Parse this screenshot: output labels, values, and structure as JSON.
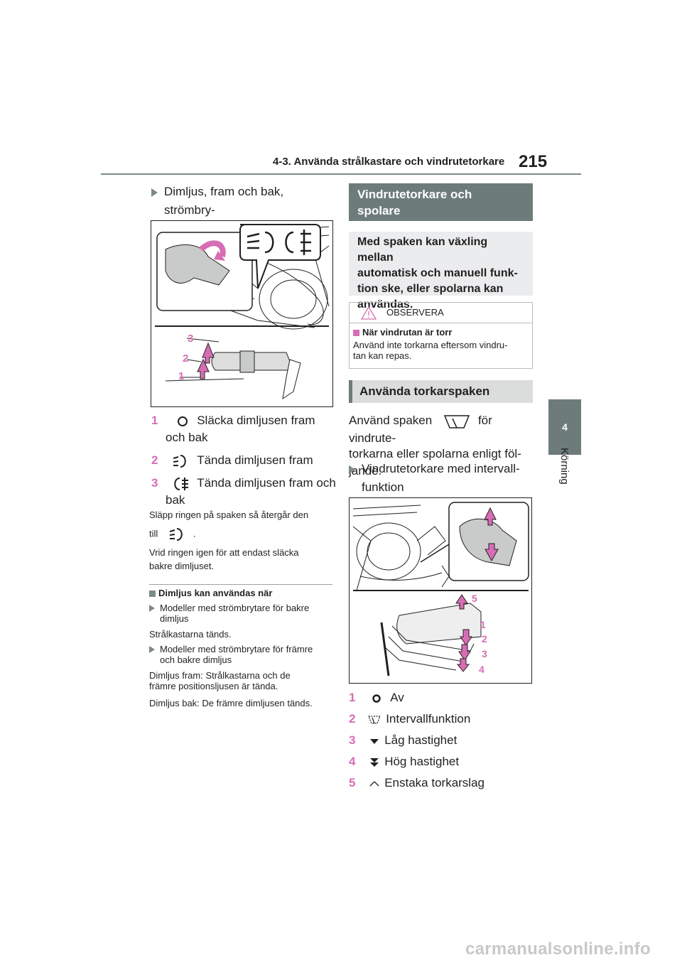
{
  "header": {
    "title": "4-3. Använda strålkastare och vindrutetorkare",
    "page_number": "215"
  },
  "side_tab": {
    "number": "4",
    "label": "Körning"
  },
  "left": {
    "bullet_title": "Dimljus, fram och bak, strömbry-\ntare",
    "fig_callouts": [
      "3",
      "2",
      "1"
    ],
    "items": [
      {
        "num": "1",
        "text": "Släcka dimljusen fram",
        "text2": "och bak",
        "icon": "fog-off-icon"
      },
      {
        "num": "2",
        "text": "Tända dimljusen fram",
        "icon": "front-fog-icon"
      },
      {
        "num": "3",
        "text": "Tända dimljusen fram och",
        "text2": "bak",
        "icon": "front-rear-fog-icon"
      }
    ],
    "note1_a": "Släpp ringen på spaken så återgår den",
    "note1_b": "till",
    "note1_c": ".",
    "note2": "Vrid ringen igen för att endast släcka\nbakre dimljuset.",
    "sub_heading": "Dimljus kan användas när",
    "bullet_a": "Modeller med strömbrytare för bakre\ndimljus",
    "text_a": "Strålkastarna tänds.",
    "bullet_b": "Modeller med strömbrytare för främre\noch bakre dimljus",
    "text_b1": "Dimljus fram: Strålkastarna och de\nfrämre positionsljusen är tända.",
    "text_b2": "Dimljus bak: De främre dimljusen tänds."
  },
  "right": {
    "section_title": "Vindrutetorkare och\nspolare",
    "intro": "Med spaken kan växling mellan\nautomatisk och manuell funk-\ntion ske, eller spolarna kan\nanvändas.",
    "caution_label": "OBSERVERA",
    "caution_heading": "När vindrutan är torr",
    "caution_text": "Använd inte torkarna eftersom vindru-\ntan kan repas.",
    "sub_title": "Använda torkarspaken",
    "use_a": "Använd spaken",
    "use_b": "för vindrute-",
    "use_c": "torkarna eller spolarna enligt föl-\njande.",
    "bullet_title": "Vindrutetorkare med intervall-\nfunktion",
    "fig_callouts": [
      "5",
      "1",
      "2",
      "3",
      "4"
    ],
    "items": [
      {
        "num": "1",
        "text": "Av",
        "icon": "off-icon"
      },
      {
        "num": "2",
        "text": "Intervallfunktion",
        "icon": "intermittent-icon"
      },
      {
        "num": "3",
        "text": "Låg hastighet",
        "icon": "low-speed-icon"
      },
      {
        "num": "4",
        "text": "Hög hastighet",
        "icon": "high-speed-icon"
      },
      {
        "num": "5",
        "text": "Enstaka torkarslag",
        "icon": "single-wipe-icon"
      }
    ]
  },
  "watermark": "carmanualsonline.info"
}
